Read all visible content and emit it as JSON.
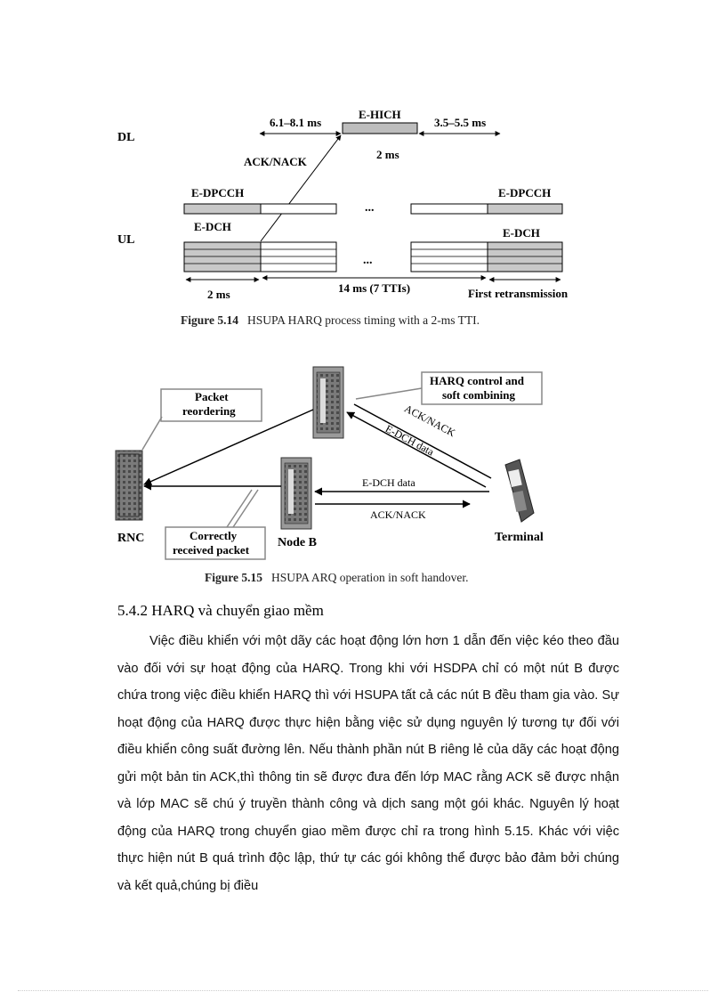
{
  "figure_514": {
    "dl_label": "DL",
    "ul_label": "UL",
    "ehich_label": "E-HICH",
    "dl_left_timing": "6.1–8.1 ms",
    "dl_right_timing": "3.5–5.5 ms",
    "ehich_duration": "2 ms",
    "ack_nack_label": "ACK/NACK",
    "edpcch_left": "E-DPCCH",
    "edpcch_right": "E-DPCCH",
    "edch_left": "E-DCH",
    "edch_right": "E-DCH",
    "ellipsis_top": "...",
    "ellipsis_bottom": "...",
    "tti_duration": "2 ms",
    "span_label": "14 ms (7 TTIs)",
    "retransmission_label": "First retransmission",
    "caption_number": "Figure 5.14",
    "caption_text": "HSUPA HARQ process timing with a 2-ms TTI."
  },
  "figure_515": {
    "packet_reordering_line1": "Packet",
    "packet_reordering_line2": "reordering",
    "harq_control_line1": "HARQ control and",
    "harq_control_line2": "soft combining",
    "diag_ack_nack": "ACK/NACK",
    "diag_edch_data": "E-DCH data",
    "horiz_edch_data": "E-DCH data",
    "horiz_ack_nack": "ACK/NACK",
    "rnc_label": "RNC",
    "correctly_line1": "Correctly",
    "correctly_line2": "received packet",
    "nodeb_label": "Node B",
    "terminal_label": "Terminal",
    "caption_number": "Figure 5.15",
    "caption_text": "HSUPA ARQ operation in soft handover."
  },
  "section": {
    "heading": "5.4.2 HARQ và chuyển giao mềm",
    "paragraph": "Việc điều khiển với một dãy các hoạt động lớn hơn 1 dẫn đến việc kéo theo đầu vào đối với sự hoạt động của HARQ. Trong khi với HSDPA chỉ có một nút B được chứa trong việc điều khiển HARQ thì với HSUPA tất cả các nút B đều tham gia vào. Sự hoạt động của HARQ được thực hiện bằng việc sử dụng nguyên lý tương tự đối với điều khiển công suất đường lên. Nếu thành phần nút B riêng lẻ của dãy các hoạt động gửi một bản tin ACK,thì thông tin sẽ được đưa đến lớp MAC rằng ACK sẽ được nhận và lớp MAC sẽ chú ý truyền thành công và dịch sang một gói khác. Nguyên lý hoạt động của HARQ trong chuyển giao mềm được chỉ ra trong hình 5.15. Khác với việc thực hiện nút B quá trình độc lập, thứ tự các gói không thể được bảo đảm bởi chúng và kết quả,chúng bị điều"
  }
}
